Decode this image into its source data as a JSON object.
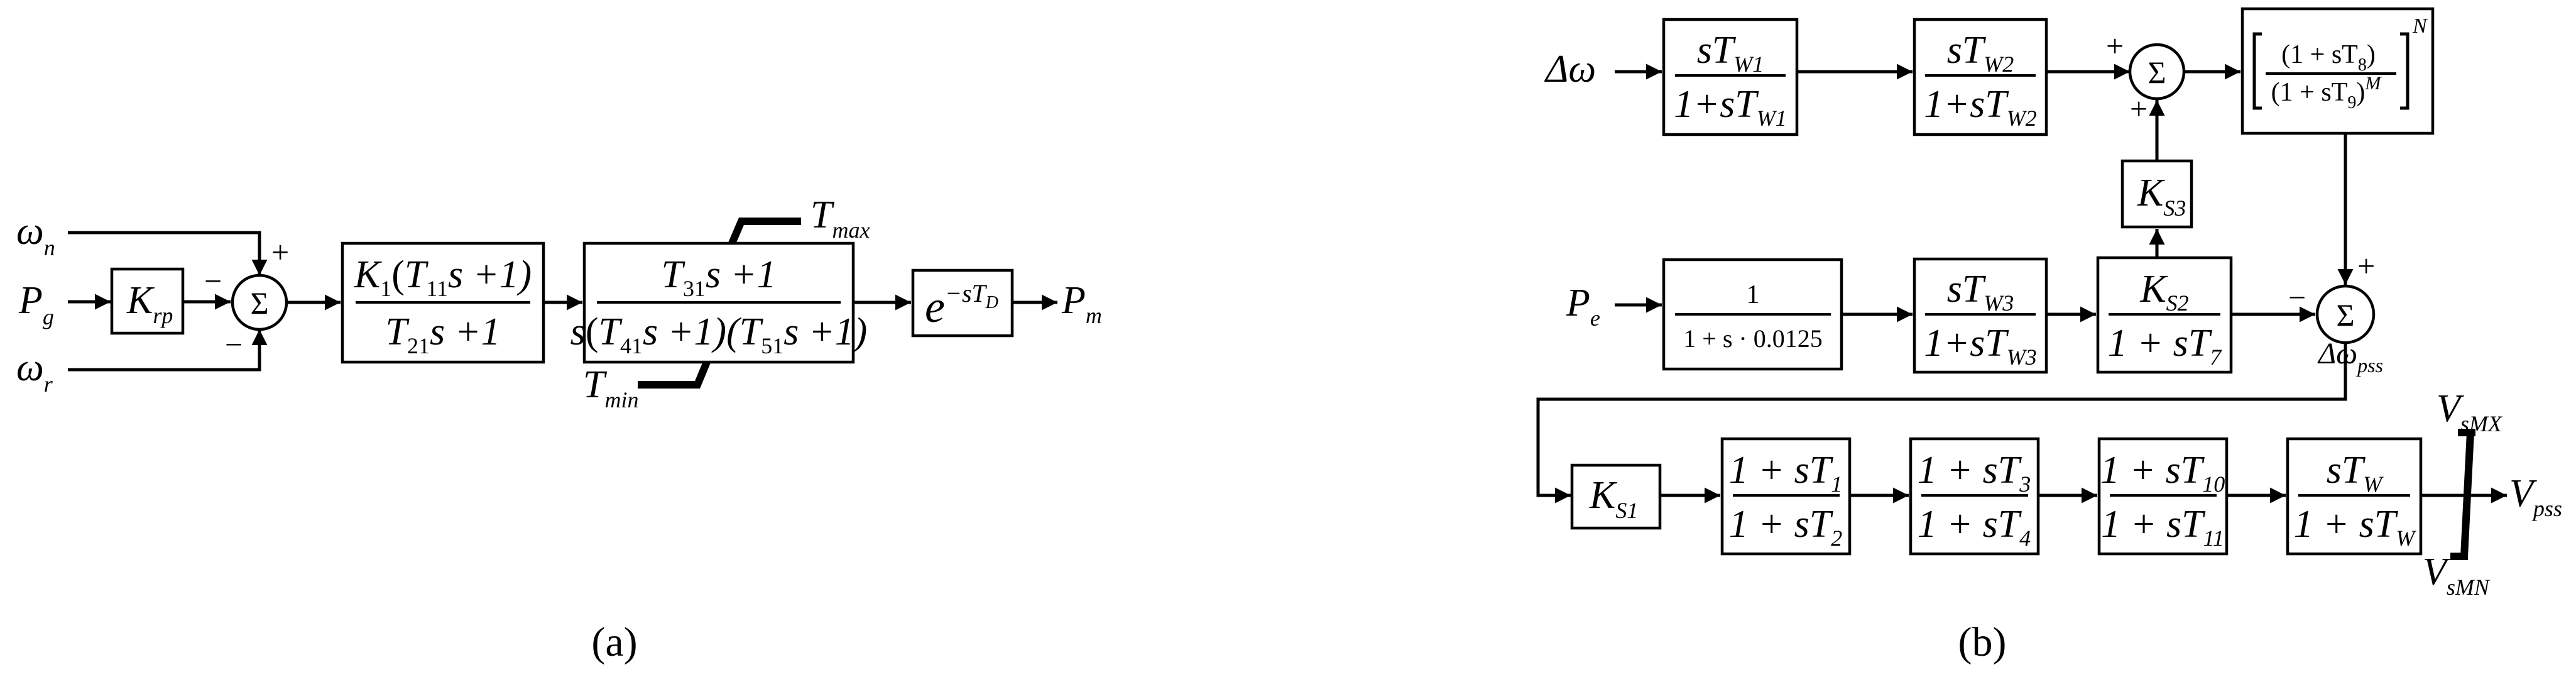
{
  "panel_a": {
    "label": "(a)",
    "inputs": {
      "wn": "ω",
      "wn_sub": "n",
      "pg": "P",
      "pg_sub": "g",
      "wr": "ω",
      "wr_sub": "r"
    },
    "sum_symbol": "Σ",
    "signs": {
      "top": "+",
      "left": "−",
      "bottom": "−"
    },
    "krp": {
      "main": "K",
      "sub": "rp"
    },
    "block1": {
      "num": {
        "k": "K",
        "k_sub": "1",
        "open": "(",
        "t": "T",
        "t_sub": "11",
        "rest": "s +1)"
      },
      "den": {
        "t": "T",
        "t_sub": "21",
        "rest": "s +1"
      }
    },
    "block2": {
      "num": {
        "t": "T",
        "t_sub": "31",
        "rest": "s +1"
      },
      "den": {
        "s": "s",
        "a": "(",
        "t4": "T",
        "t4_sub": "41",
        "mid": "s +1)(",
        "t5": "T",
        "t5_sub": "51",
        "end": "s +1)"
      }
    },
    "tmax": {
      "main": "T",
      "sub": "max"
    },
    "tmin": {
      "main": "T",
      "sub": "min"
    },
    "delay": {
      "base": "e",
      "sup": "−sT",
      "sup_sub": "D"
    },
    "output": {
      "main": "P",
      "sub": "m"
    }
  },
  "panel_b": {
    "label": "(b)",
    "delta_omega": "Δω",
    "pe": {
      "main": "P",
      "sub": "e"
    },
    "tw1": {
      "num": "sT",
      "num_sub": "W1",
      "den": "1+sT",
      "den_sub": "W1"
    },
    "tw2": {
      "num": "sT",
      "num_sub": "W2",
      "den": "1+sT",
      "den_sub": "W2"
    },
    "tw3": {
      "num": "sT",
      "num_sub": "W3",
      "den": "1+sT",
      "den_sub": "W3"
    },
    "lp": {
      "num": "1",
      "den": "1 + s · 0.0125"
    },
    "ks2": {
      "num": "K",
      "num_sub": "S2",
      "den": "1 + sT",
      "den_sub": "7"
    },
    "ks3": {
      "main": "K",
      "sub": "S3"
    },
    "ks1": {
      "main": "K",
      "sub": "S1"
    },
    "ramp": {
      "num_a": "(1 + sT",
      "num_sub": "8",
      "num_b": ")",
      "den_a": "(1 + sT",
      "den_sub": "9",
      "den_b": ")",
      "den_sup": "M",
      "sup": "N"
    },
    "lead1": {
      "num": "1 + sT",
      "num_sub": "1",
      "den": "1 + sT",
      "den_sub": "2"
    },
    "lead2": {
      "num": "1 + sT",
      "num_sub": "3",
      "den": "1 + sT",
      "den_sub": "4"
    },
    "lead3": {
      "num": "1 + sT",
      "num_sub": "10",
      "den": "1 + sT",
      "den_sub": "11"
    },
    "wash": {
      "num": "sT",
      "num_sub": "W",
      "den": "1 + sT",
      "den_sub": "W"
    },
    "sum_symbol": "Σ",
    "signs": {
      "s1_left": "+",
      "s1_bottom": "+",
      "s2_top": "+",
      "s2_left": "−"
    },
    "dpss": {
      "main": "Δω",
      "sub": "pss"
    },
    "vsmx": {
      "main": "V",
      "sub": "sMX"
    },
    "vsmn": {
      "main": "V",
      "sub": "sMN"
    },
    "vpss": {
      "main": "V",
      "sub": "pss"
    }
  }
}
